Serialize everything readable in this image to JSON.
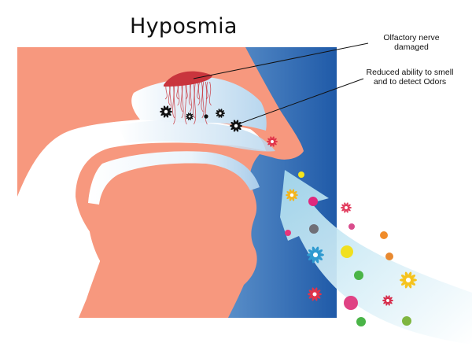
{
  "title": "Hyposmia",
  "labels": {
    "nerve": [
      "Olfactory nerve",
      "damaged"
    ],
    "smell": [
      "Reduced ability to smell",
      "and to detect Odors"
    ]
  },
  "colors": {
    "skin": "#F7987E",
    "background_blue_dark": "#1F5AA8",
    "background_blue_light": "#E9F3FB",
    "airway": "#FFFFFF",
    "nerve": "#C9353D",
    "arrow": "#BFE4F2"
  },
  "odor_particles": [
    {
      "kind": "flower",
      "color": "#E0344A"
    },
    {
      "kind": "flower",
      "color": "#F2B51E"
    },
    {
      "kind": "flower",
      "color": "#2F9AD0"
    },
    {
      "kind": "flower",
      "color": "#E23C5E"
    },
    {
      "kind": "flower",
      "color": "#F5C31E"
    },
    {
      "kind": "flower",
      "color": "#D62E4C"
    },
    {
      "kind": "flower",
      "color": "#E0344A"
    },
    {
      "kind": "dot",
      "color": "#E0287D"
    },
    {
      "kind": "dot",
      "color": "#F6E61A"
    },
    {
      "kind": "dot",
      "color": "#6F6F77"
    },
    {
      "kind": "dot",
      "color": "#E8357A"
    },
    {
      "kind": "dot",
      "color": "#F0E020"
    },
    {
      "kind": "dot",
      "color": "#4AB447"
    },
    {
      "kind": "dot",
      "color": "#F08C2A"
    },
    {
      "kind": "dot",
      "color": "#E04284"
    },
    {
      "kind": "dot",
      "color": "#4AB447"
    },
    {
      "kind": "dot",
      "color": "#E88930"
    },
    {
      "kind": "dot",
      "color": "#4AB447"
    },
    {
      "kind": "dot",
      "color": "#7FB640"
    },
    {
      "kind": "dot",
      "color": "#D94C8C"
    },
    {
      "kind": "dot",
      "color": "#E0344A"
    }
  ]
}
